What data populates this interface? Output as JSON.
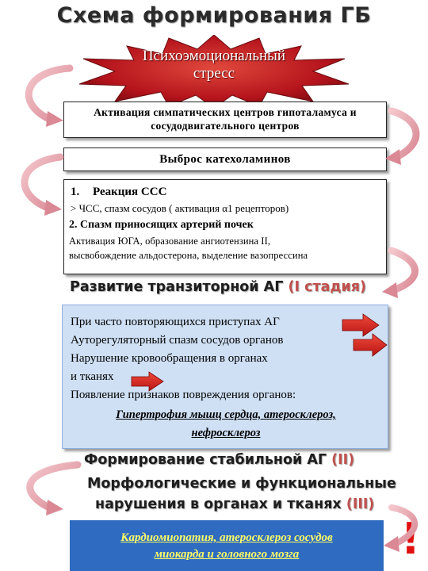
{
  "title": "Схема формирования ГБ",
  "stress": {
    "line1": "Психоэмоциональный",
    "line2": "стресс"
  },
  "box_sympathetic": {
    "line1": "Активация симпатических центров гипоталамуса и",
    "line2": "сосудодвигательного центров"
  },
  "box_catecholamines": "Выброс катехоламинов",
  "box_reactions": {
    "item1_num": "1.",
    "item1_title": "Реакция ССС",
    "item1_detail_prefix": ">",
    "item1_detail": "ЧСС, спазм сосудов ( активация α1 рецепторов)",
    "item2_num": "2.",
    "item2_title": "Спазм приносящих артерий почек",
    "item2_line1": "Активация ЮГА, образование ангиотензина II,",
    "item2_line2": "высвобождение альдостерона, выделение вазопрессина"
  },
  "stage1": {
    "text": "Развитие транзиторной АГ",
    "stage": "(I стадия)"
  },
  "blue_box": {
    "line1": "При часто повторяющихся приступах АГ",
    "line2": "Ауторегуляторный спазм сосудов органов",
    "line3": "Нарушение кровообращения в органах",
    "line4": "и тканях",
    "line5": "Появление признаков повреждения органов:",
    "highlight1": "Гипертрофия мышц сердца, атеросклероз,",
    "highlight2": "нефросклероз"
  },
  "stage2": {
    "text": "Формирование стабильной АГ",
    "stage": "(II)"
  },
  "stage3": {
    "line1": "Морфологические и функциональные",
    "line2": "нарушения в органах и тканях",
    "stage": "(III)"
  },
  "bottom_box": {
    "line1": "Кардиомиопатия, атеросклероз сосудов",
    "line2": "миокарда и головного мозга"
  },
  "exclamation": "!",
  "colors": {
    "stress_burst": "#c0282d",
    "stage_label": "#c0504d",
    "blue_box_fill": "#cfe0f5",
    "bottom_box_fill": "#2f6bc0",
    "bottom_box_text": "#ffff66",
    "exclamation": "#e01010",
    "curved_arrow": "#e8a0a8",
    "red_arrow": "#d42020"
  }
}
